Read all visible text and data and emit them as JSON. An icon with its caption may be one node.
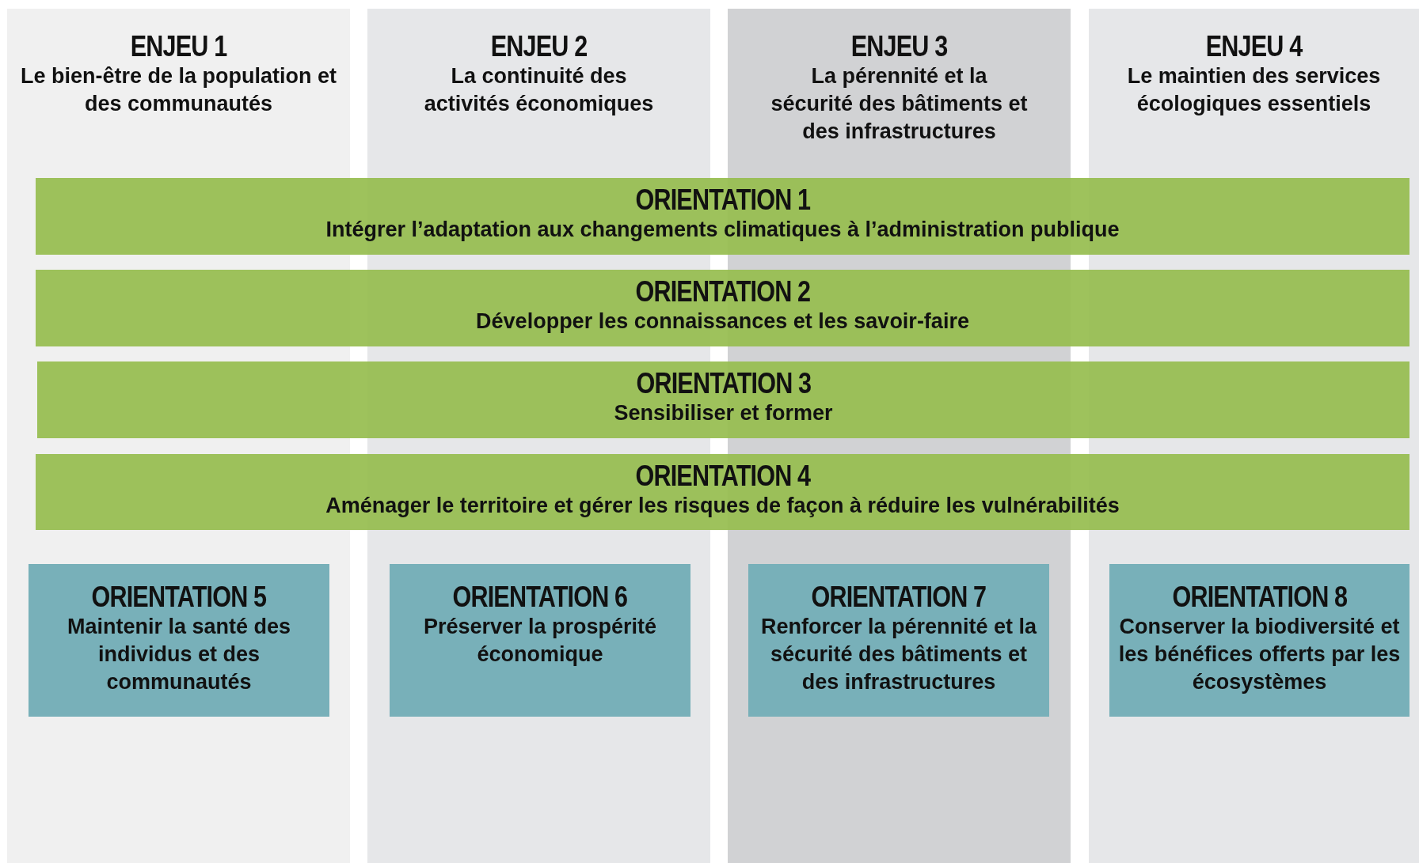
{
  "diagram": {
    "nodes": [
      {
        "text": [
          "ENJEU 1",
          "Le bien-être de la population et des communautés"
        ]
      },
      {
        "text": [
          "ENJEU 2",
          "La continuité des activités économiques"
        ]
      },
      {
        "text": [
          "ENJEU 3",
          "La pérennité et la sécurité des bâtiments et des infrastructures"
        ]
      },
      {
        "text": [
          "ENJEU 4",
          "Le maintien des services écologiques essentiels"
        ]
      },
      {
        "text": [
          "ORIENTATION 1",
          "Intégrer l’adaptation aux changements climatiques à l’administration publique"
        ]
      },
      {
        "text": [
          "ORIENTATION 2",
          "Développer les connaissances et les savoir-faire"
        ]
      },
      {
        "text": [
          "ORIENTATION 3",
          "Sensibiliser et former"
        ]
      },
      {
        "text": [
          "ORIENTATION 4",
          "Aménager le territoire et gérer les risques de façon à réduire les vulnérabilités"
        ]
      },
      {
        "text": [
          "ORIENTATION 5",
          "Maintenir la santé des individus et des communautés"
        ],
        "in": 0
      },
      {
        "text": [
          "ORIENTATION 6",
          "Préserver la prospérité économique"
        ],
        "in": 1
      },
      {
        "text": [
          "ORIENTATION 7",
          "Renforcer la pérennité et la sécurité des bâtiments et des infrastructures"
        ],
        "in": 2
      },
      {
        "text": [
          "ORIENTATION 8",
          "Conserver la biodiversité et les bénéfices offerts par les écosystèmes"
        ],
        "in": 3
      }
    ]
  }
}
